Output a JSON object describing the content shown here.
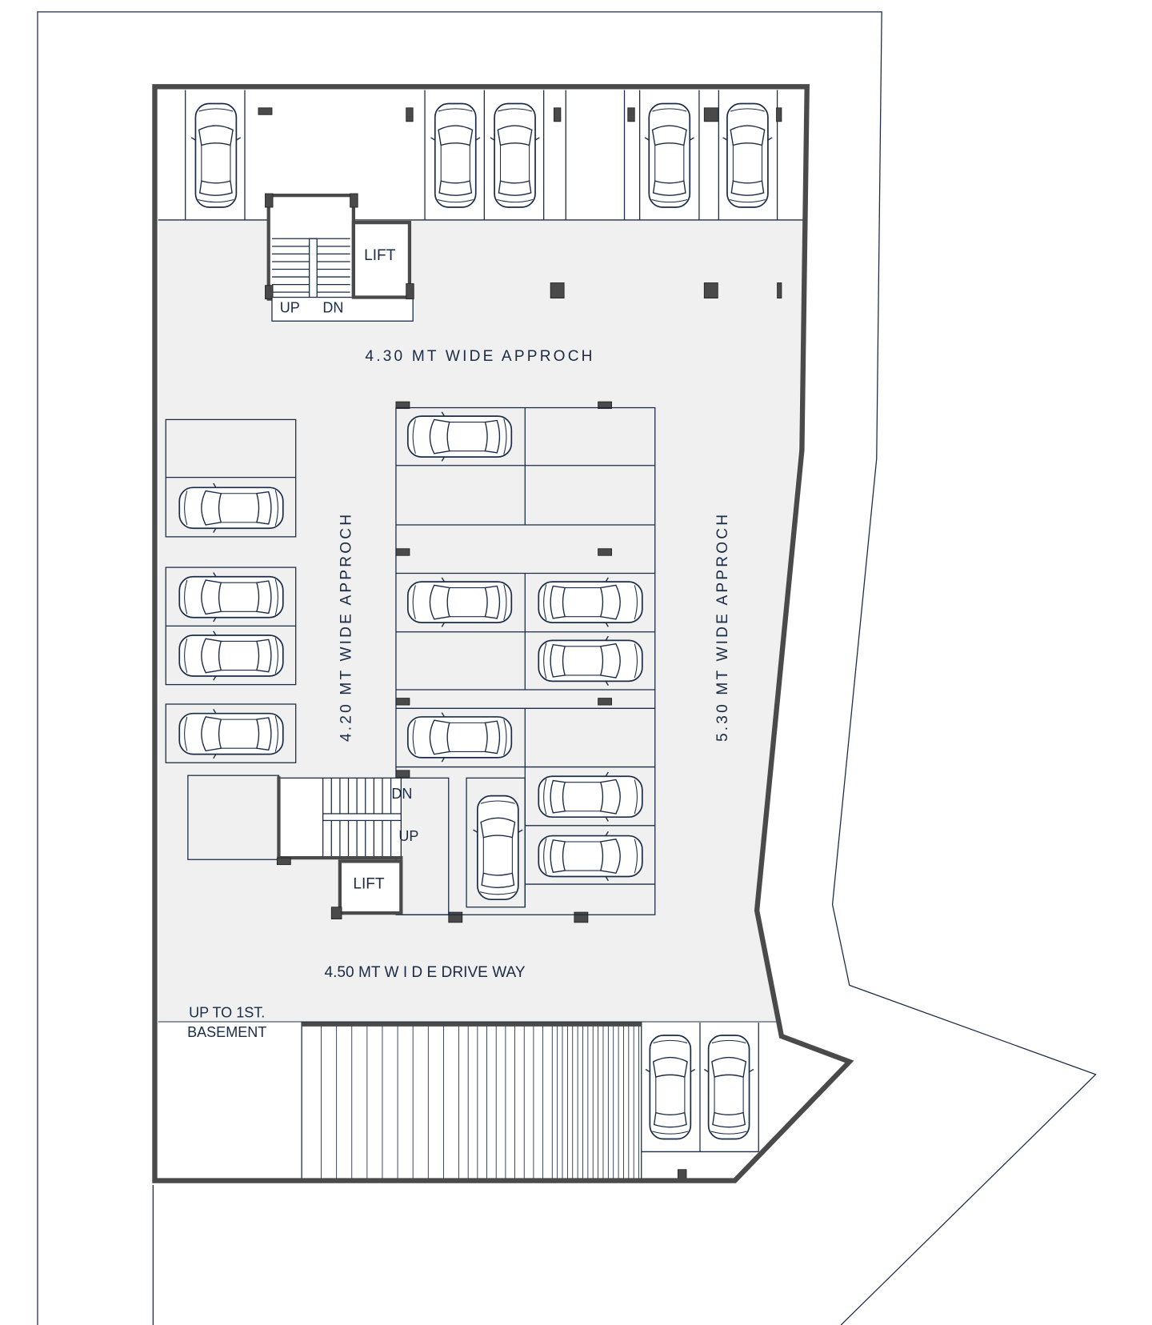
{
  "plan": {
    "top_lift": "LIFT",
    "top_up": "UP",
    "top_dn": "DN",
    "approach_top": "4.30 MT WIDE APPROCH",
    "approach_left": "4.20 MT WIDE APPROCH",
    "approach_right": "5.30 MT WIDE APPROCH",
    "lower_dn": "DN",
    "lower_up": "UP",
    "lower_lift": "LIFT",
    "driveway": "4.50 MT  W I D E  DRIVE WAY",
    "ramp_label_1": "UP TO 1ST.",
    "ramp_label_2": "BASEMENT"
  },
  "colors": {
    "wall": "#4a4a4a",
    "line": "#1a2b45",
    "drive": "#f0f0f0"
  }
}
